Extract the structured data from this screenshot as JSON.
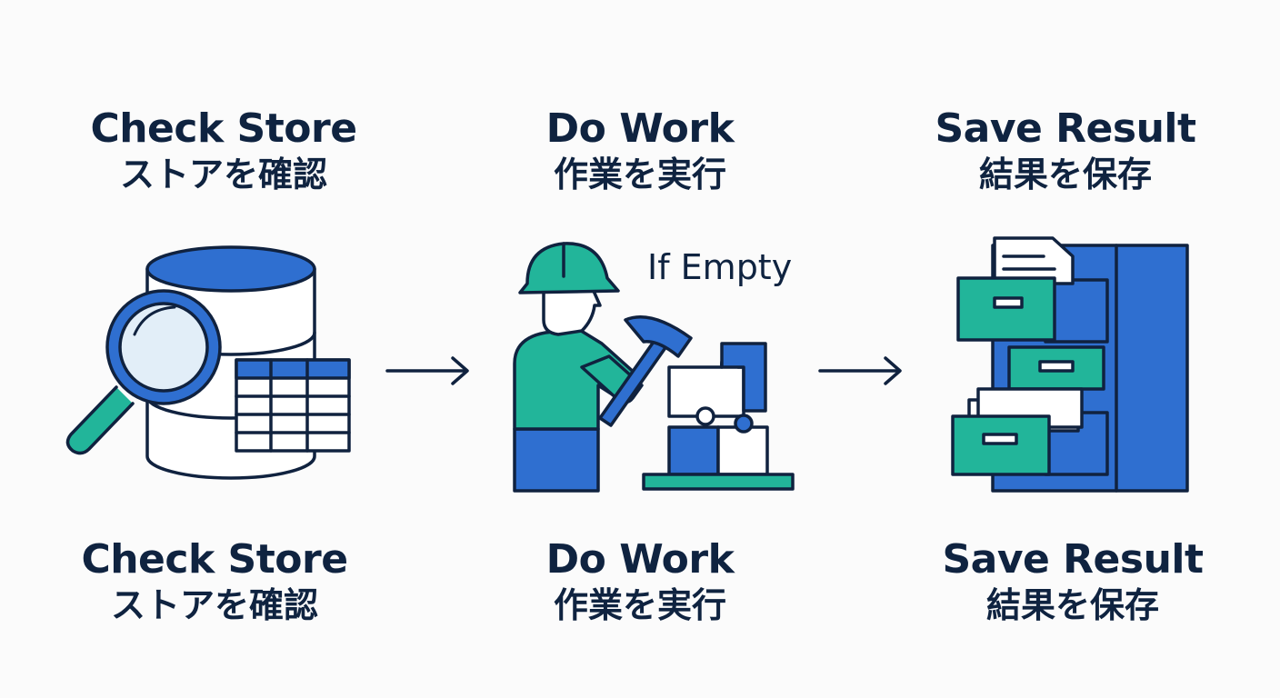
{
  "steps": [
    {
      "title_en": "Check Store",
      "title_ja": "ストアを確認",
      "caption_en": "Check Store",
      "caption_ja": "ストアを確認",
      "icon": "database-magnifier-icon"
    },
    {
      "title_en": "Do Work",
      "title_ja": "作業を実行",
      "caption_en": "Do Work",
      "caption_ja": "作業を実行",
      "icon": "worker-puzzle-icon",
      "condition": "If Empty"
    },
    {
      "title_en": "Save Result",
      "title_ja": "結果を保存",
      "caption_en": "Save Result",
      "caption_ja": "結果を保存",
      "icon": "filing-cabinet-icon"
    }
  ],
  "colors": {
    "blue": "#2f6fd0",
    "teal": "#22b59a",
    "navy": "#10223f",
    "light": "#e2eef8"
  }
}
